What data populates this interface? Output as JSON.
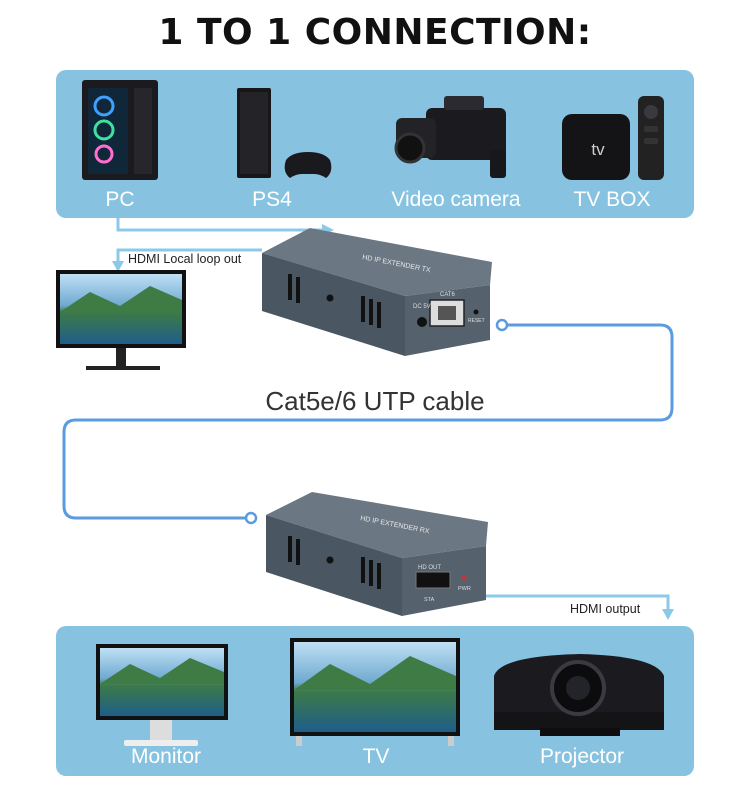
{
  "title": "1 TO 1 CONNECTION:",
  "sources": {
    "pc": "PC",
    "ps4": "PS4",
    "camera": "Video camera",
    "tvbox": "TV BOX"
  },
  "tvbox_logo": "tv",
  "loop_label": "HDMI Local loop out",
  "cable_label": "Cat5e/6 UTP cable",
  "output_label": "HDMI output",
  "transmitter": {
    "brand_text": "HD IP EXTENDER TX",
    "port_label": "CAT6",
    "dc_label": "DC 5V",
    "reset_label": "RESET"
  },
  "receiver": {
    "brand_text": "HD IP EXTENDER RX",
    "hd_out_label": "HD OUT",
    "sta_label": "STA",
    "pwr_label": "PWR"
  },
  "outputs": {
    "monitor": "Monitor",
    "tv": "TV",
    "projector": "Projector"
  },
  "colors": {
    "panel": "#87c3e0",
    "cable": "#5b9be0",
    "arrow": "#8cc8e8",
    "device": "#4d5a66"
  }
}
